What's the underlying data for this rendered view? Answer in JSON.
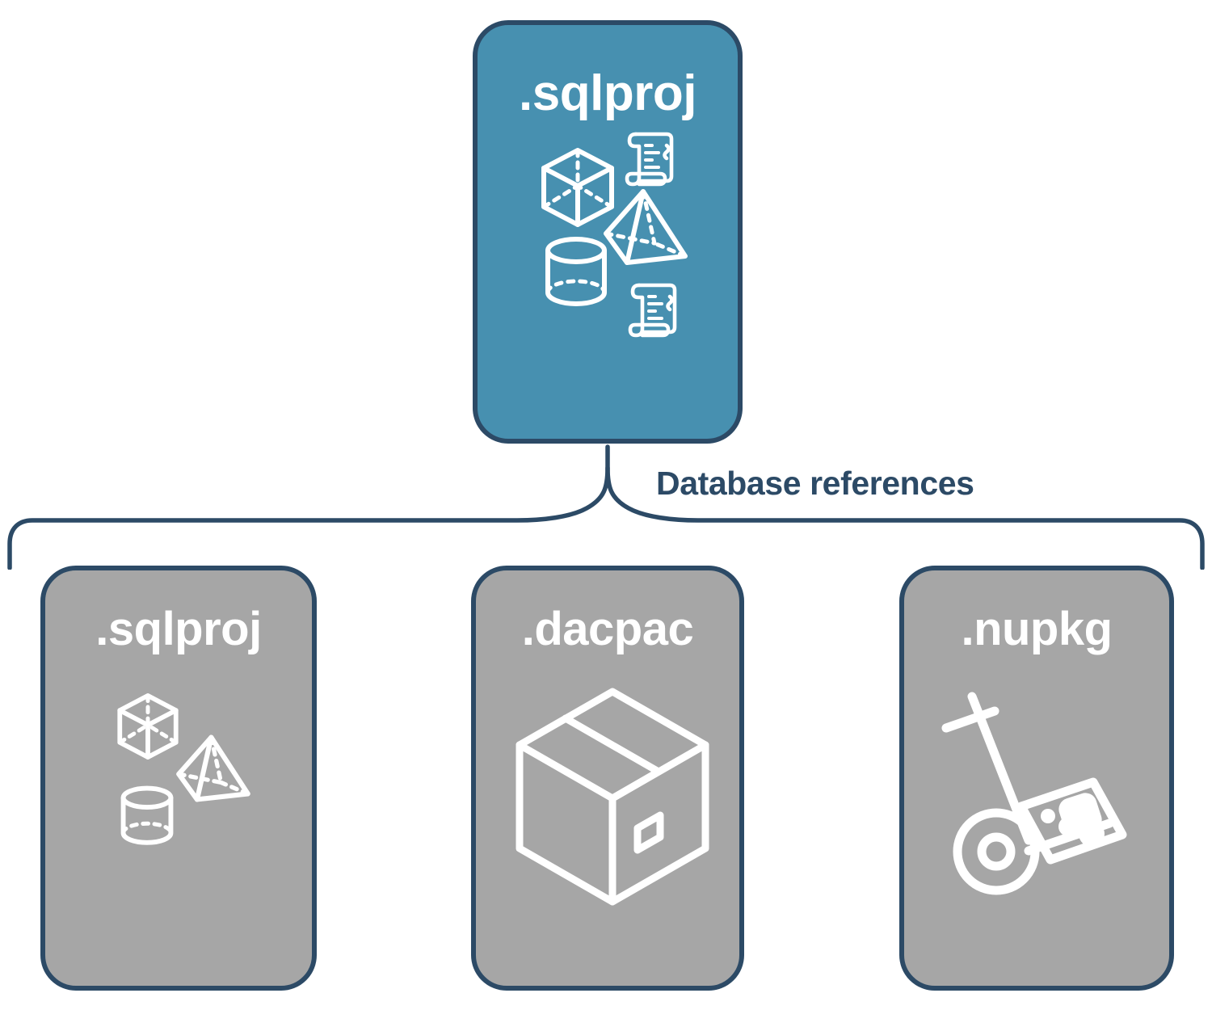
{
  "diagram": {
    "title_text": "Database references",
    "colors": {
      "root_fill": "#4790b0",
      "reference_fill": "#a6a6a6",
      "border": "#2c4a66",
      "label": "#2c4a66",
      "icon": "#ffffff",
      "background": "#ffffff"
    },
    "root": {
      "label": ".sqlproj",
      "icons": [
        "scroll-icon",
        "cube-icon",
        "pyramid-icon",
        "cylinder-icon",
        "scroll-icon"
      ]
    },
    "connector": {
      "type": "curly-brace-bracket",
      "label": "Database references",
      "orientation": "downward",
      "from": ".sqlproj",
      "to": [
        ".sqlproj",
        ".dacpac",
        ".nupkg"
      ]
    },
    "references": [
      {
        "label": ".sqlproj",
        "icons": [
          "cube-icon",
          "pyramid-icon",
          "cylinder-icon"
        ]
      },
      {
        "label": ".dacpac",
        "icons": [
          "package-box-icon"
        ]
      },
      {
        "label": ".nupkg",
        "icons": [
          "hand-truck-icon"
        ]
      }
    ]
  }
}
